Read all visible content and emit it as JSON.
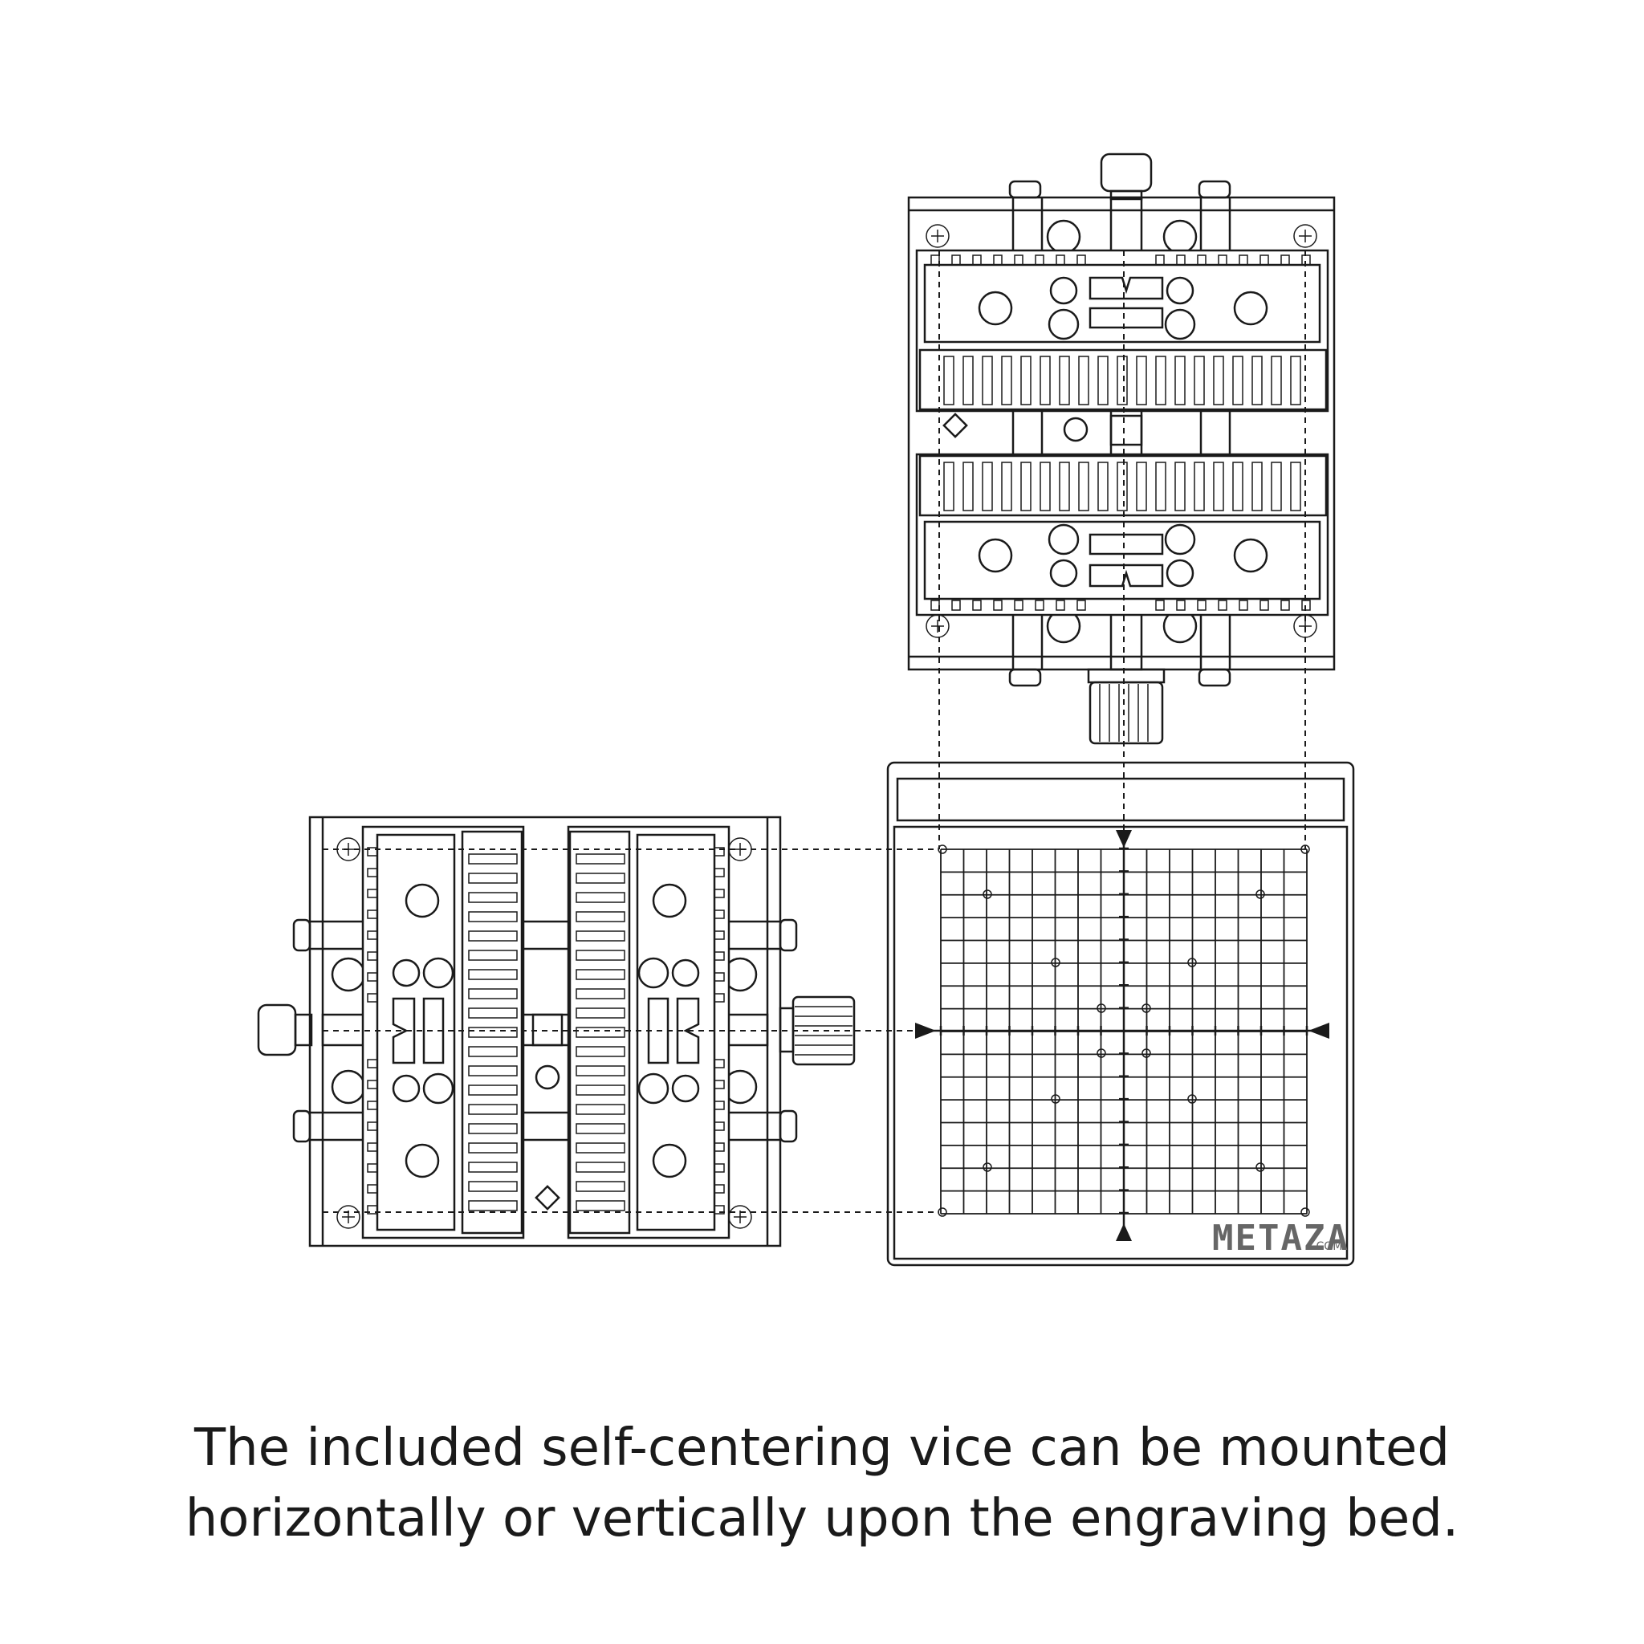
{
  "caption": {
    "line1": "The included self-centering vice can be mounted",
    "line2": "horizontally or vertically upon the engraving bed."
  },
  "logo": {
    "brand": "METAZA",
    "suffix": ".COM"
  },
  "colors": {
    "line": "#1a1a1a",
    "background": "#ffffff",
    "logo": "#666666"
  }
}
